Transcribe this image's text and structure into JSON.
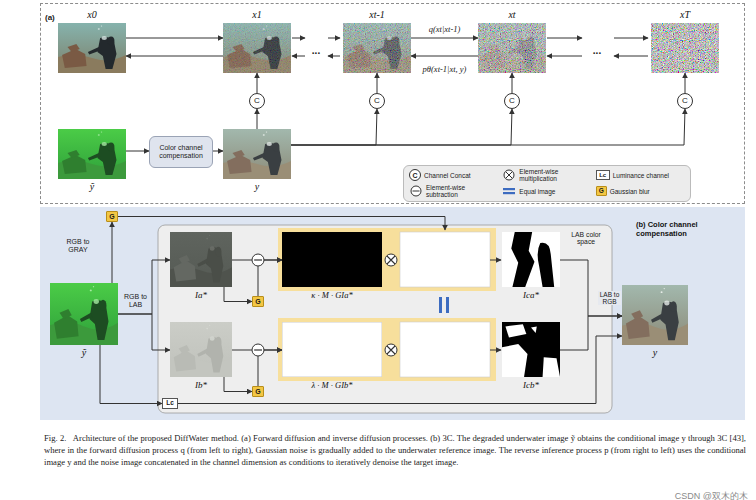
{
  "diagram": {
    "caption": "Fig. 2.   Architecture of the proposed DiffWater method. (a) Forward diffusion and inverse diffusion processes. (b) 3C. The degraded underwater image ỹ obtains the conditional image y through 3C [43], where in the forward diffusion process q (from left to right), Gaussian noise is gradually added to the underwater reference image. The reverse inference process p (from right to left) uses the conditional image y and the noise image concatenated in the channel dimension as conditions to iteratively denoise the target image.",
    "nodes": [
      {
        "text": [
          "(a)"
        ]
      },
      {
        "text": [
          "x0"
        ],
        "in": 0
      },
      {
        "text": [
          "x1"
        ],
        "in": 0
      },
      {
        "text": [
          "xt-1"
        ],
        "in": 0
      },
      {
        "text": [
          "xt"
        ],
        "in": 0
      },
      {
        "text": [
          "xT"
        ],
        "in": 0
      },
      {
        "text": [
          "C"
        ],
        "in": 0
      },
      {
        "text": [
          "C"
        ],
        "in": 0
      },
      {
        "text": [
          "C"
        ],
        "in": 0
      },
      {
        "text": [
          "C"
        ],
        "in": 0
      },
      {
        "text": [
          "ỹ"
        ],
        "in": 0
      },
      {
        "text": [
          "Color channel compensation"
        ],
        "in": 0
      },
      {
        "text": [
          "y"
        ],
        "in": 0
      },
      {
        "text": [
          "(b) Color channel compensation"
        ]
      },
      {
        "text": [
          "G"
        ],
        "in": 13
      },
      {
        "text": [
          "ỹ"
        ],
        "in": 13
      },
      {
        "text": [
          "Ia*"
        ],
        "in": 13
      },
      {
        "text": [
          "κ · M · GIa*"
        ],
        "in": 13
      },
      {
        "text": [
          "Ica*"
        ],
        "in": 13
      },
      {
        "text": [
          "G"
        ],
        "in": 13
      },
      {
        "text": [
          "Ib*"
        ],
        "in": 13
      },
      {
        "text": [
          "λ · M · GIb*"
        ],
        "in": 13
      },
      {
        "text": [
          "Icb*"
        ],
        "in": 13
      },
      {
        "text": [
          "G"
        ],
        "in": 13
      },
      {
        "text": [
          "y"
        ],
        "in": 13
      },
      {
        "text": [
          "Lc"
        ],
        "in": 13
      }
    ],
    "edges": [
      {
        "from": 1,
        "to": 2,
        "arrow": "to"
      },
      {
        "from": 2,
        "to": 1,
        "arrow": "to"
      },
      {
        "from": 3,
        "to": 4,
        "arrow": "to",
        "label": "q(xt|xt-1)"
      },
      {
        "from": 4,
        "to": 3,
        "arrow": "to",
        "label": "pθ(xt-1|xt, y)"
      },
      {
        "from": 6,
        "to": 2,
        "arrow": "to"
      },
      {
        "from": 7,
        "to": 3,
        "arrow": "to"
      },
      {
        "from": 8,
        "to": 4,
        "arrow": "to"
      },
      {
        "from": 9,
        "to": 5,
        "arrow": "to"
      },
      {
        "from": 10,
        "to": 11,
        "arrow": "to"
      },
      {
        "from": 11,
        "to": 12,
        "arrow": "to"
      },
      {
        "from": 12,
        "to": 6,
        "arrow": "to"
      },
      {
        "from": 12,
        "to": 7,
        "arrow": "to"
      },
      {
        "from": 12,
        "to": 8,
        "arrow": "to"
      },
      {
        "from": 12,
        "to": 9,
        "arrow": "to"
      },
      {
        "from": 15,
        "to": 16,
        "arrow": "to"
      },
      {
        "from": 15,
        "to": 20,
        "arrow": "to"
      },
      {
        "from": 16,
        "to": 19,
        "arrow": "to"
      },
      {
        "from": 19,
        "to": 17,
        "arrow": "to"
      },
      {
        "from": 16,
        "to": 17,
        "arrow": "to"
      },
      {
        "from": 20,
        "to": 23,
        "arrow": "to"
      },
      {
        "from": 23,
        "to": 21,
        "arrow": "to"
      },
      {
        "from": 20,
        "to": 21,
        "arrow": "to"
      },
      {
        "from": 18,
        "to": 24,
        "arrow": "to"
      },
      {
        "from": 22,
        "to": 24,
        "arrow": "to"
      },
      {
        "from": 15,
        "to": 25,
        "arrow": "to"
      },
      {
        "from": 25,
        "to": 24,
        "arrow": "to"
      },
      {
        "from": 15,
        "to": 14,
        "arrow": "to"
      }
    ],
    "labels": [
      "...",
      "...",
      "C",
      "Lc",
      "G",
      "RGB to GRAY",
      "RGB to LAB",
      "LAB color space",
      "LAB to RGB",
      "CSDN @双木的木"
    ],
    "legend": [
      {
        "text": "Channel Concat"
      },
      {
        "text": "Element-wise multiplication"
      },
      {
        "text": "Luminance channel"
      },
      {
        "text": "Element-wise subtraction"
      },
      {
        "text": "Equal image"
      },
      {
        "text": "Gaussian blur"
      }
    ]
  }
}
